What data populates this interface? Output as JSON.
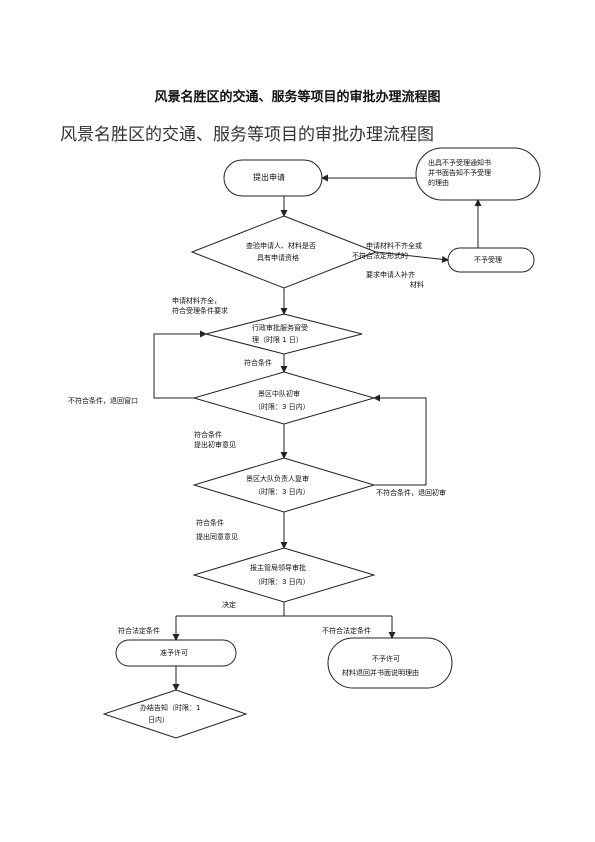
{
  "document": {
    "title": "风景名胜区的交通、服务等项目的审批办理流程图",
    "image_title": "风景名胜区的交通、服务等项目的审批办理流程图"
  },
  "flow": {
    "submit": "提出申请",
    "review": {
      "line1": "查验申请人、材料是否",
      "line2": "具有申请资格"
    },
    "incomplete": {
      "line1": "申请材料不齐全或",
      "line2": "不符合法定形式的"
    },
    "supplement": {
      "line1": "要求申请人补齐",
      "line2": "材料"
    },
    "reject_notice": {
      "line1": "出具不予受理通知书",
      "line2": "并书面告知不予受理",
      "line3": "的理由"
    },
    "not_accept": "不予受理",
    "complete": {
      "line1": "申请材料齐全，",
      "line2": "符合受理条件要求"
    },
    "window": {
      "line1": "行政审批服务窗受",
      "line2": "理（时限 1 日）"
    },
    "ok1": "符合条件",
    "first_review": {
      "line1": "景区中队初审",
      "line2": "（时限：3 日内）"
    },
    "return_window": "不符合条件，退回窗口",
    "ok2": {
      "line1": "符合条件",
      "line2": "提出初审意见"
    },
    "second_review": {
      "line1": "景区大队负责人复审",
      "line2": "（时限：3 日内）"
    },
    "return_first": "不符合条件，退回初审",
    "ok3": {
      "line1": "符合条件",
      "line2": "提出同意意见"
    },
    "leader_review": {
      "line1": "报主管局领导审批",
      "line2": "（时限：3 日内）"
    },
    "decide": "决定",
    "legal_ok": "符合法定条件",
    "legal_not": "不符合法定条件",
    "permit": "准予许可",
    "deny": {
      "line1": "不予许可",
      "line2": "材料退回并书面说明理由"
    },
    "notify": {
      "line1": "办结告知（时限：1",
      "line2": "日内）"
    }
  }
}
